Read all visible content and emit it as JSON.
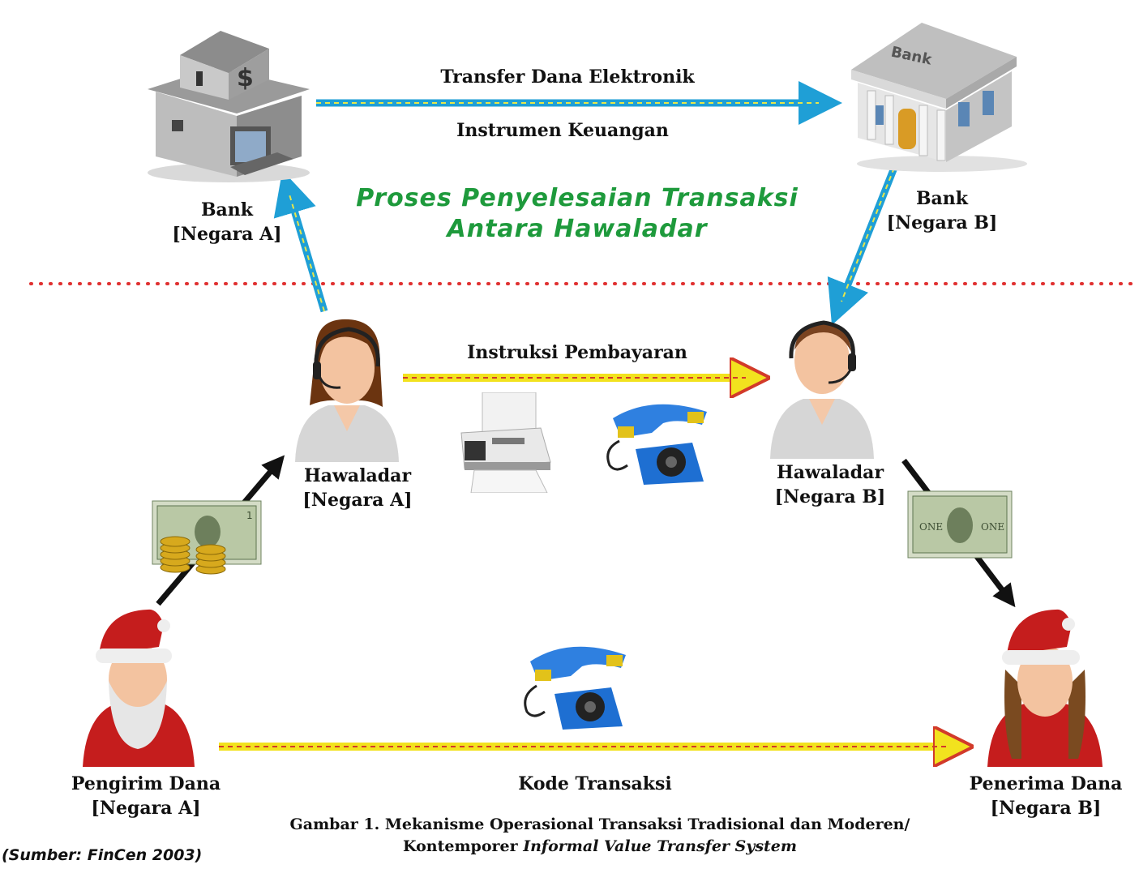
{
  "title": {
    "line1": "Proses Penyelesaian Transaksi",
    "line2": "Antara Hawaladar"
  },
  "nodes": {
    "bank_a": {
      "name": "Bank",
      "region": "[Negara A]"
    },
    "bank_b": {
      "name": "Bank",
      "region": "[Negara B]",
      "sign": "Bank"
    },
    "hawaladar_a": {
      "name": "Hawaladar",
      "region": "[Negara A]"
    },
    "hawaladar_b": {
      "name": "Hawaladar",
      "region": "[Negara B]"
    },
    "sender": {
      "name": "Pengirim Dana",
      "region": "[Negara A]"
    },
    "receiver": {
      "name": "Penerima Dana",
      "region": "[Negara B]"
    }
  },
  "edges": {
    "bank_transfer_top": "Transfer Dana Elektronik",
    "bank_transfer_bottom": "Instrumen Keuangan",
    "hawaladar_instruction": "Instruksi Pembayaran",
    "transaction_code": "Kode Transaksi"
  },
  "caption": {
    "line1": "Gambar 1. Mekanisme Operasional Transaksi Tradisional dan Moderen/",
    "line2_plain": "Kontemporer ",
    "line2_italic": "Informal Value Transfer System"
  },
  "source": "(Sumber: FinCen 2003)",
  "colors": {
    "title_green": "#1e9a3c",
    "bank_arrow_blue": "#1f9fd6",
    "bank_arrow_dash": "#e8e64a",
    "payment_arrow_yellow": "#f2e21e",
    "payment_arrow_dash": "#d23a2a",
    "divider_red": "#e03030"
  }
}
